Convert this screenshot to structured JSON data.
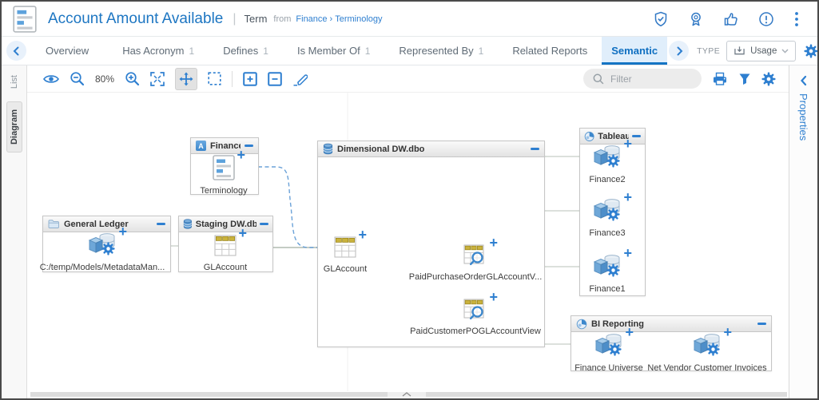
{
  "header": {
    "title": "Account Amount Available",
    "divider": "|",
    "asset_type": "Term",
    "from_label": "from",
    "breadcrumb": {
      "parent": "Finance",
      "separator": "›",
      "child": "Terminology"
    },
    "action_icons": [
      "shield-check",
      "certification-ribbon",
      "thumbs-up",
      "alert-circle",
      "more-vertical"
    ]
  },
  "tab_bar": {
    "tabs": [
      {
        "label": "Overview",
        "count": ""
      },
      {
        "label": "Has Acronym",
        "count": "1"
      },
      {
        "label": "Defines",
        "count": "1"
      },
      {
        "label": "Is Member Of",
        "count": "1"
      },
      {
        "label": "Represented By",
        "count": "1"
      },
      {
        "label": "Related Reports",
        "count": ""
      },
      {
        "label": "Semantic",
        "count": "",
        "active": true
      }
    ],
    "type_label": "TYPE",
    "view_selector": {
      "value": "Usage"
    }
  },
  "side_tabs": {
    "list_label": "List",
    "diagram_label": "Diagram"
  },
  "properties_panel": {
    "label": "Properties"
  },
  "diagram_toolbar": {
    "zoom_level": "80%",
    "filter_placeholder": "Filter"
  },
  "diagram": {
    "containers": [
      {
        "title": "Finance",
        "icon": "glossary-icon",
        "nodes": [
          {
            "label": "Terminology",
            "icon": "term-icon"
          }
        ]
      },
      {
        "title": "General Ledger",
        "icon": "folder-icon",
        "nodes": [
          {
            "label": "C:/temp/Models/MetadataMan...",
            "icon": "model-icon"
          }
        ]
      },
      {
        "title": "Staging DW.dbo",
        "icon": "database-icon",
        "nodes": [
          {
            "label": "GLAccount",
            "icon": "table-icon"
          }
        ]
      },
      {
        "title": "Dimensional DW.dbo",
        "icon": "database-icon",
        "nodes": [
          {
            "label": "GLAccount",
            "icon": "table-icon"
          },
          {
            "label": "PaidPurchaseOrderGLAccountV...",
            "icon": "view-icon"
          },
          {
            "label": "PaidCustomerPOGLAccountView",
            "icon": "view-icon"
          }
        ]
      },
      {
        "title": "Tableau",
        "icon": "report-icon",
        "nodes": [
          {
            "label": "Finance2",
            "icon": "model-icon"
          },
          {
            "label": "Finance3",
            "icon": "model-icon"
          },
          {
            "label": "Finance1",
            "icon": "model-icon"
          }
        ]
      },
      {
        "title": "BI Reporting",
        "icon": "report-icon",
        "nodes": [
          {
            "label": "Finance Universe",
            "icon": "model-icon"
          },
          {
            "label": "Net Vendor Customer Invoices",
            "icon": "model-icon"
          }
        ]
      }
    ]
  },
  "colors": {
    "accent": "#2b7cd3",
    "active_tab": "#1474c4",
    "edge": "#c6cdc6",
    "flow_dashed": "#6ba2d8",
    "table_header": "#c9b23d"
  }
}
